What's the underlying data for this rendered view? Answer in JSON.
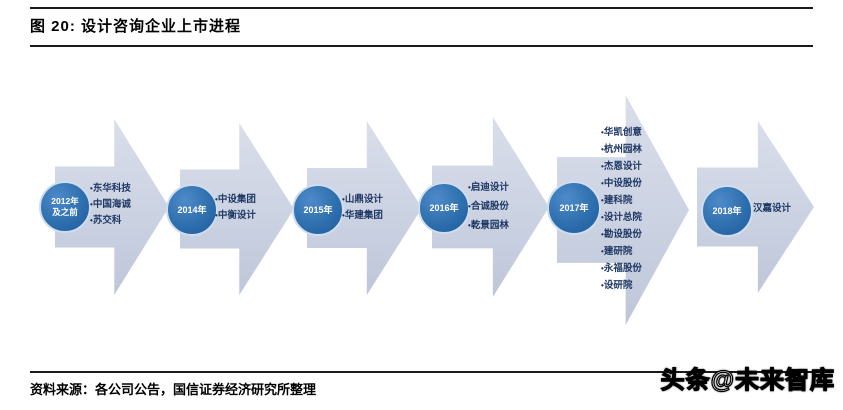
{
  "figure": {
    "title": "图 20: 设计咨询企业上市进程",
    "source_note": "资料来源：各公司公告，国信证券经济研究所整理",
    "watermark": "头条@未来智库"
  },
  "colors": {
    "circle_fill": "#2e6fae",
    "circle_ring": "#cfddee",
    "arrow_fill": "#cbd2e2",
    "company_text": "#1f3864"
  },
  "timeline": {
    "type": "process-arrows",
    "stages": [
      {
        "year": "2012年及之前",
        "year_lines": [
          "2012年",
          "及之前"
        ],
        "companies": [
          "东华科技",
          "中国海诚",
          "苏交科"
        ]
      },
      {
        "year": "2014年",
        "companies": [
          "中设集团",
          "中衡设计"
        ]
      },
      {
        "year": "2015年",
        "companies": [
          "山鼎设计",
          "华建集团"
        ]
      },
      {
        "year": "2016年",
        "companies": [
          "启迪设计",
          "合诚股份",
          "乾景园林"
        ]
      },
      {
        "year": "2017年",
        "companies": [
          "华凯创意",
          "杭州园林",
          "杰恩设计",
          "中设股份",
          "建科院",
          "设计总院",
          "勘设股份",
          "建研院",
          "永福股份",
          "设研院"
        ]
      },
      {
        "year": "2018年",
        "companies": [
          "汉嘉设计"
        ]
      }
    ]
  }
}
